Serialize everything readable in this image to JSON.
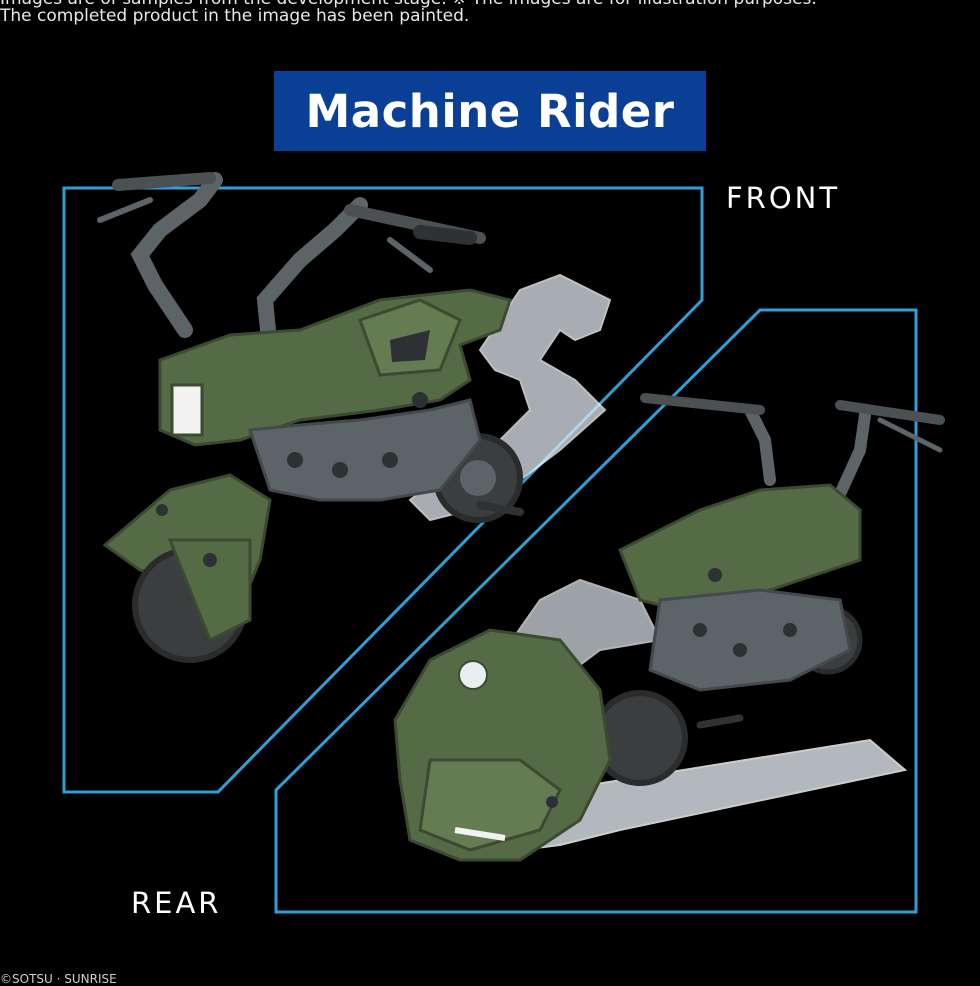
{
  "notes": {
    "line1": "Images are of samples from the development stage.   ※ The images are for illustration purposes.",
    "line2": "The completed product in the image has been painted."
  },
  "title": "Machine Rider",
  "labels": {
    "front": "FRONT",
    "rear": "REAR"
  },
  "copyright": "©SOTSU · SUNRISE",
  "colors": {
    "background": "#000000",
    "banner": "#0a3f96",
    "frame": "#2f9fd8",
    "armor": "#556b45",
    "frame_parts": "#5d6468",
    "clear_parts": "#dfe7ee"
  }
}
